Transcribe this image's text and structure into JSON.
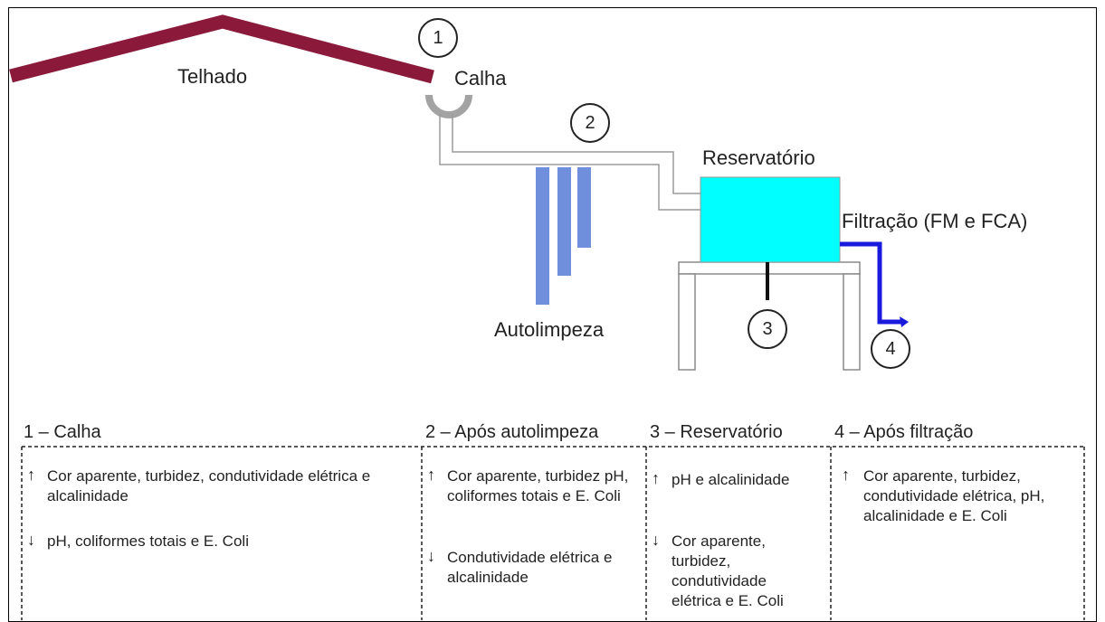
{
  "labels": {
    "roof": "Telhado",
    "gutter": "Calha",
    "self_cleaning": "Autolimpeza",
    "reservoir": "Reservatório",
    "filtration": "Filtração (FM e FCA)"
  },
  "points": [
    "1",
    "2",
    "3",
    "4"
  ],
  "colors": {
    "roof": "#8b1a3a",
    "gutter": "#a3a3a3",
    "pipe": "#9a9a9a",
    "self_cleaning_tubes": "#6f8fdc",
    "reservoir": "#00ffff",
    "filter_pipe": "#1a1adc",
    "stand": "#8a8a8a"
  },
  "table": {
    "headers": [
      "1 – Calha",
      "2 – Após autolimpeza",
      "3 – Reservatório",
      "4 – Após filtração"
    ],
    "columns": [
      {
        "up_arrow": "↑",
        "up": "Cor aparente, turbidez, condutividade elétrica e alcalinidade",
        "down_arrow": "↓",
        "down": "pH, coliformes totais e E. Coli"
      },
      {
        "up_arrow": "↑",
        "up": "Cor aparente, turbidez pH, coliformes totais e E. Coli",
        "down_arrow": "↓",
        "down": "Condutividade elétrica e alcalinidade"
      },
      {
        "up_arrow": "↑",
        "up": "pH e alcalinidade",
        "down_arrow": "↓",
        "down": "Cor aparente, turbidez, condutividade elétrica e E. Coli"
      },
      {
        "up_arrow": "↑",
        "up": "Cor aparente, turbidez, condutividade elétrica, pH, alcalinidade e E. Coli",
        "down_arrow": "",
        "down": ""
      }
    ]
  }
}
